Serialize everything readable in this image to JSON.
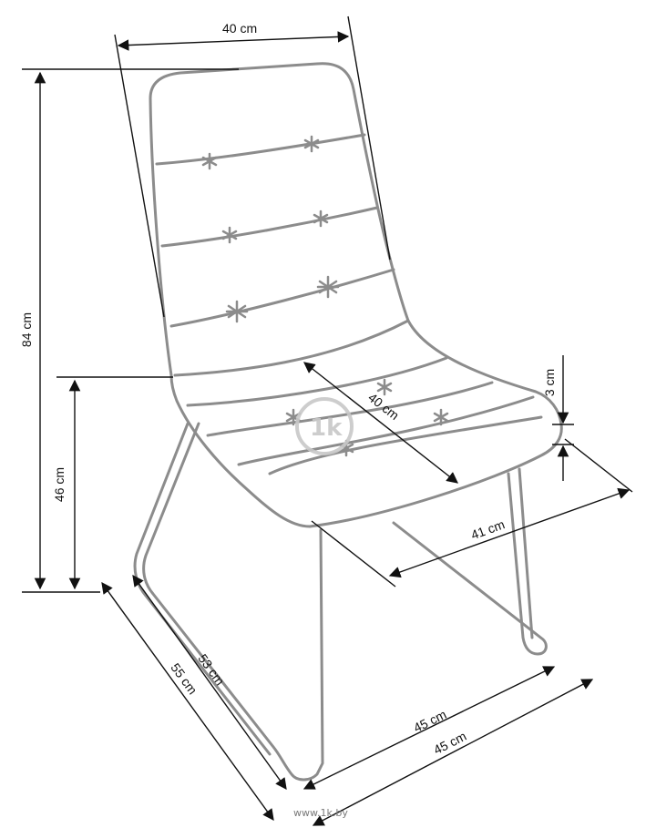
{
  "colors": {
    "outline": "#8c8c8c",
    "dimension": "#111111",
    "watermark": "#c8c8c8",
    "background": "#ffffff"
  },
  "dimensions": {
    "backrest_width": "40 cm",
    "total_height": "84 cm",
    "seat_height": "46 cm",
    "seat_depth": "40 cm",
    "seat_thickness": "3 cm",
    "seat_width": "41 cm",
    "inner_depth": "53 cm",
    "outer_depth": "55 cm",
    "inner_width": "45 cm",
    "outer_width": "45 cm"
  },
  "watermark": {
    "text": "www.1k.by",
    "logo": "1k-logo"
  }
}
